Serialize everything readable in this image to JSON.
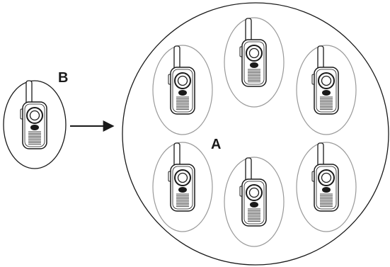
{
  "figure": {
    "group_label": "A",
    "single_label": "B",
    "group_radio_count": 6,
    "colors": {
      "stroke": "#1a1a1a",
      "oval_stroke": "#9a9a9a",
      "radio_body": "#ffffff",
      "antenna": "#ffffff",
      "speaker_grille": "#444444"
    },
    "icons": {
      "radio": "walkie-talkie-icon",
      "arrow": "arrow-right-icon"
    }
  }
}
